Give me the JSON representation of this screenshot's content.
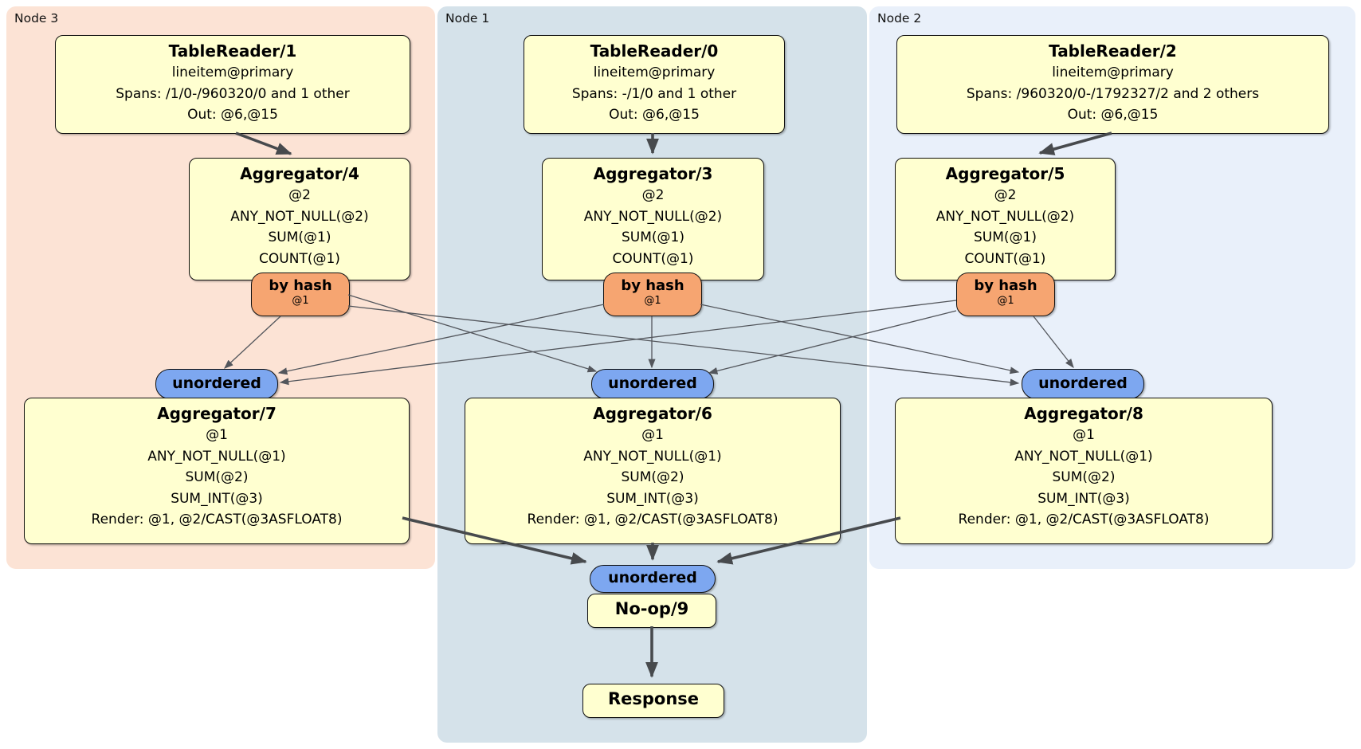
{
  "regions": {
    "node3": {
      "label": "Node 3"
    },
    "node1": {
      "label": "Node 1"
    },
    "node2": {
      "label": "Node 2"
    }
  },
  "processors": {
    "tr1": {
      "title": "TableReader/1",
      "lines": [
        "lineitem@primary",
        "Spans: /1/0-/960320/0 and 1 other",
        "Out: @6,@15"
      ]
    },
    "tr0": {
      "title": "TableReader/0",
      "lines": [
        "lineitem@primary",
        "Spans: -/1/0 and 1 other",
        "Out: @6,@15"
      ]
    },
    "tr2": {
      "title": "TableReader/2",
      "lines": [
        "lineitem@primary",
        "Spans: /960320/0-/1792327/2 and 2 others",
        "Out: @6,@15"
      ]
    },
    "agg4": {
      "title": "Aggregator/4",
      "lines": [
        "@2",
        "ANY_NOT_NULL(@2)",
        "SUM(@1)",
        "COUNT(@1)"
      ]
    },
    "agg3": {
      "title": "Aggregator/3",
      "lines": [
        "@2",
        "ANY_NOT_NULL(@2)",
        "SUM(@1)",
        "COUNT(@1)"
      ]
    },
    "agg5": {
      "title": "Aggregator/5",
      "lines": [
        "@2",
        "ANY_NOT_NULL(@2)",
        "SUM(@1)",
        "COUNT(@1)"
      ]
    },
    "agg7": {
      "title": "Aggregator/7",
      "lines": [
        "@1",
        "ANY_NOT_NULL(@1)",
        "SUM(@2)",
        "SUM_INT(@3)",
        "Render: @1, @2/CAST(@3ASFLOAT8)"
      ]
    },
    "agg6": {
      "title": "Aggregator/6",
      "lines": [
        "@1",
        "ANY_NOT_NULL(@1)",
        "SUM(@2)",
        "SUM_INT(@3)",
        "Render: @1, @2/CAST(@3ASFLOAT8)"
      ]
    },
    "agg8": {
      "title": "Aggregator/8",
      "lines": [
        "@1",
        "ANY_NOT_NULL(@1)",
        "SUM(@2)",
        "SUM_INT(@3)",
        "Render: @1, @2/CAST(@3ASFLOAT8)"
      ]
    },
    "noop": {
      "title": "No-op/9"
    },
    "response": {
      "title": "Response"
    }
  },
  "routers": {
    "bh4": {
      "label": "by hash",
      "detail": "@1"
    },
    "bh3": {
      "label": "by hash",
      "detail": "@1"
    },
    "bh5": {
      "label": "by hash",
      "detail": "@1"
    }
  },
  "streams": {
    "u7": {
      "label": "unordered"
    },
    "u6": {
      "label": "unordered"
    },
    "u8": {
      "label": "unordered"
    },
    "u9": {
      "label": "unordered"
    }
  },
  "colors": {
    "node3_region": "#fce3d5",
    "node1_region": "#d5e2ea",
    "node2_region": "#e9f0fa",
    "processor_fill": "#ffffd0",
    "router_fill": "#f6a571",
    "stream_fill": "#7da7f0",
    "edge_thin": "#53565c",
    "edge_thick": "#474a4d",
    "border": "#111111"
  }
}
